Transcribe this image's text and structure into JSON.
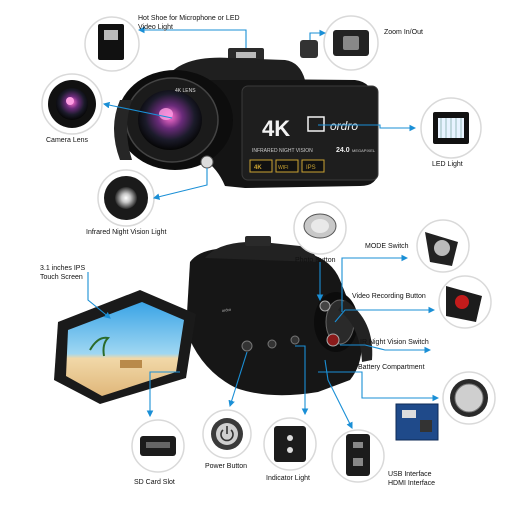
{
  "brand": "ordro",
  "camera_top": {
    "badge": "4K",
    "lens_text": "4K LENS",
    "sensor_text": "24.0",
    "sensor_suffix": "MEGAPIXEL",
    "night_text": "INFRARED NIGHT VISION",
    "chip_4k": "4K",
    "chip_wifi": "WIFI",
    "chip_ips": "IPS"
  },
  "callouts": {
    "hot_shoe": "Hot Shoe for Microphone or LED Video Light",
    "zoom": "Zoom In/Out",
    "camera_lens": "Camera Lens",
    "led_light": "LED Light",
    "ir_light": "Infrared Night Vision Light",
    "photo_button": "Photo Button",
    "mode_switch": "MODE Switch",
    "screen": "3.1 inches IPS Touch Screen",
    "video_button": "Video Recording Button",
    "ir_switch": "IR Night Vision Switch",
    "battery": "Battery Compartment",
    "sd_slot": "SD Card Slot",
    "power_button": "Power Button",
    "indicator": "Indicator Light",
    "usb_hdmi": "USB Interface HDMI Interface"
  },
  "colors": {
    "accent": "#1a8fd6",
    "body": "#1a1a1a",
    "ring": "#d9d9d9"
  }
}
